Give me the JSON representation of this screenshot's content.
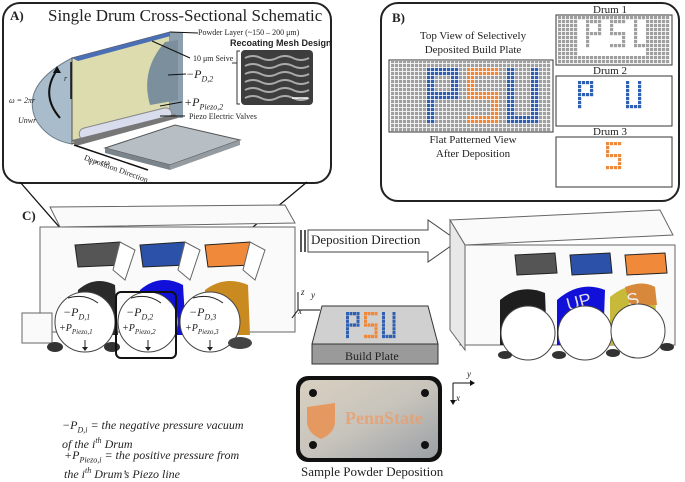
{
  "panelA": {
    "label": "A)",
    "title": "Single Drum Cross-Sectional Schematic",
    "annotations": {
      "powder_layer": "Powder Layer (~150 – 200 μm)",
      "sieve": "10 μm Seive",
      "vacuum": "−P",
      "vacuum_sub": "D,2",
      "piezo": "+P",
      "piezo_sub": "Piezo,2",
      "valves": "Piezo Electric Valves",
      "radius": "r",
      "omega": "ω = 2πr",
      "unit": "Unwr",
      "velocity": "v = rω",
      "direction": "Deposition Direction"
    },
    "mesh_title": "Recoating Mesh Design"
  },
  "panelB": {
    "label": "B)",
    "top_caption_1": "Top View of Selectively",
    "top_caption_2": "Deposited Build Plate",
    "bottom_caption_1": "Flat Patterned View",
    "bottom_caption_2": "After Deposition",
    "drums": [
      {
        "title": "Drum 1",
        "content": "PSU negative (grey)"
      },
      {
        "title": "Drum 2",
        "content": "P U",
        "color": "#2f5fb0"
      },
      {
        "title": "Drum 3",
        "content": "S",
        "color": "#f0883a"
      }
    ],
    "pattern_text": [
      "P",
      "S",
      "U"
    ],
    "colors": {
      "blue": "#2f5fb0",
      "orange": "#f0883a",
      "grey": "#a0a0a0"
    }
  },
  "panelC": {
    "label": "C)",
    "direction_label": "Deposition Direction",
    "build_plate_label": "Build Plate",
    "axes": {
      "z": "z",
      "y": "y",
      "x": "x"
    },
    "drums": [
      {
        "vac": "−P",
        "vac_sub": "D,1",
        "piezo": "+P",
        "piezo_sub": "Piezo,1",
        "color": "#2a2a2a"
      },
      {
        "vac": "−P",
        "vac_sub": "D,2",
        "piezo": "+P",
        "piezo_sub": "Piezo,2",
        "color": "#1010d8"
      },
      {
        "vac": "−P",
        "vac_sub": "D,3",
        "piezo": "+P",
        "piezo_sub": "Piezo,3",
        "color": "#c98a20"
      }
    ]
  },
  "legend": {
    "line1_sym": "−P",
    "line1_sub": "D,i",
    "line1_text": " = the negative pressure vacuum",
    "line2": "of the i",
    "line2_sup": "th",
    "line2_tail": " Drum",
    "line3_sym": "+P",
    "line3_sub": "Piezo,i",
    "line3_text": " = the positive pressure from",
    "line4": "the i",
    "line4_sup": "th",
    "line4_tail": " Drum’s Piezo line"
  },
  "sample": {
    "caption": "Sample Powder Deposition",
    "logo_text": "PennState",
    "axes": {
      "y": "y",
      "x": "x"
    }
  }
}
